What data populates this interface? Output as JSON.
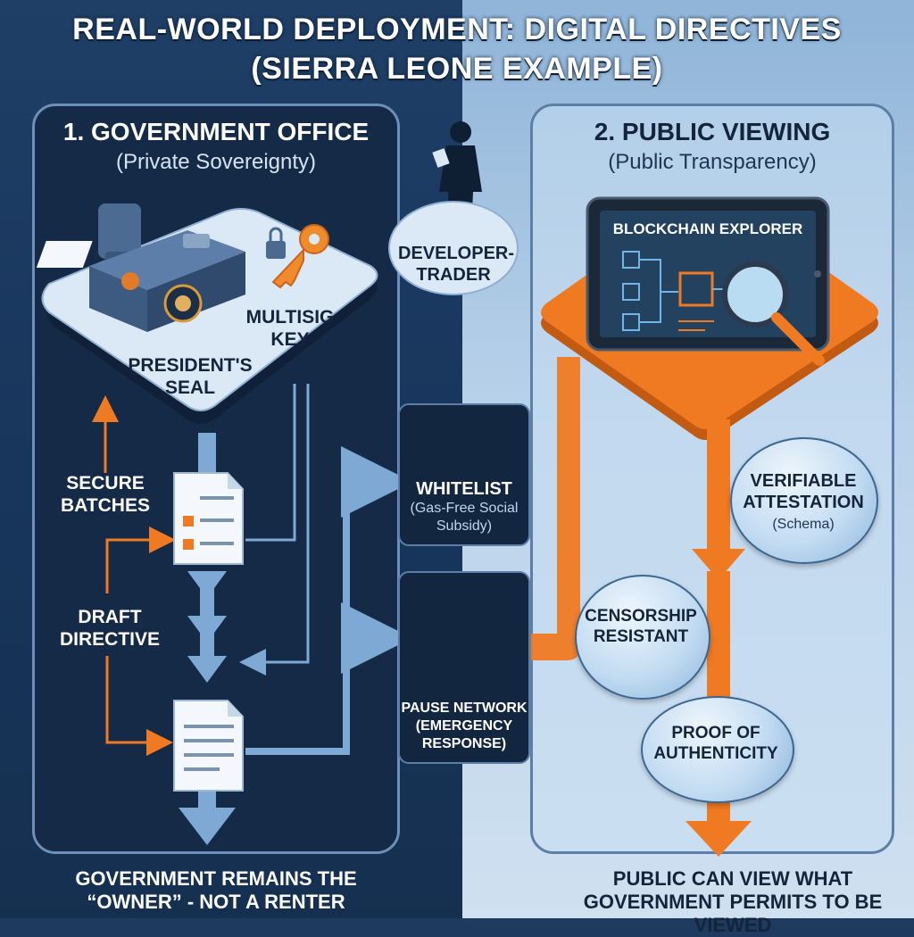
{
  "title": {
    "line1": "REAL-WORLD DEPLOYMENT: DIGITAL DIRECTIVES",
    "line2": "(SIERRA LEONE EXAMPLE)"
  },
  "left_panel": {
    "heading": "1. GOVERNMENT OFFICE",
    "subheading": "(Private Sovereignty)",
    "desk_label": "PRESIDENT'S SEAL",
    "key_label": "MULTISIG KEY",
    "secure_batches": "SECURE BATCHES",
    "draft_directive": "DRAFT DIRECTIVE",
    "footer": "GOVERNMENT REMAINS THE “OWNER” - NOT A RENTER"
  },
  "middle": {
    "developer_label": "DEVELOPER-TRADER",
    "whitelist": {
      "title": "WHITELIST",
      "detail": "(Gas-Free Social Subsidy)"
    },
    "pause": {
      "title": "PAUSE NETWORK",
      "detail": "(EMERGENCY RESPONSE)"
    }
  },
  "right_panel": {
    "heading": "2. PUBLIC VIEWING",
    "subheading": "(Public Transparency)",
    "explorer_label": "BLOCKCHAIN EXPLORER",
    "bubbles": {
      "attestation_title": "VERIFIABLE ATTESTATION",
      "attestation_detail": "(Schema)",
      "censorship": "CENSORSHIP RESISTANT",
      "proof": "PROOF OF AUTHENTICITY"
    },
    "footer": "PUBLIC CAN VIEW WHAT GOVERNMENT PERMITS TO BE VIEWED"
  },
  "colors": {
    "orange": "#f07a22",
    "light_blue": "#7ea9d4",
    "navy": "#142a46"
  }
}
